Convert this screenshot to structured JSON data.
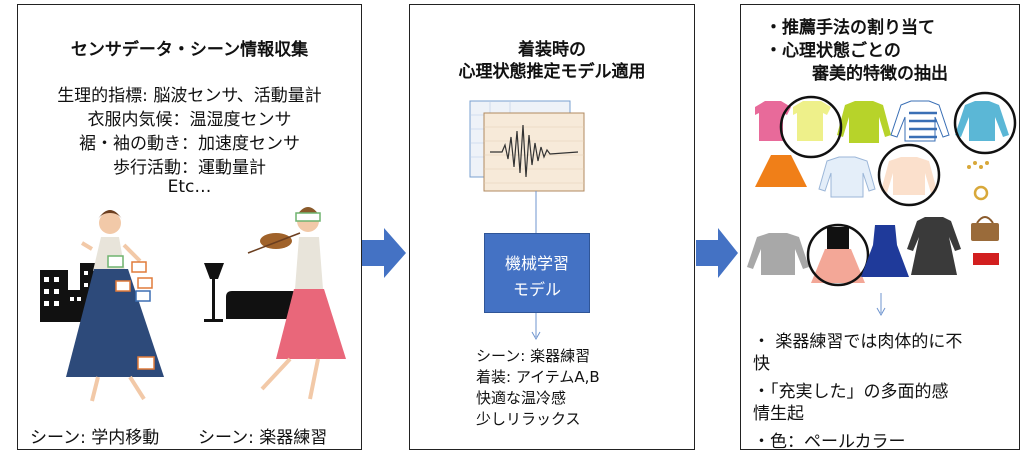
{
  "colors": {
    "accent_blue": "#4472c4",
    "border": "#222222"
  },
  "panel1": {
    "title": "センサデータ・シーン情報収集",
    "lines": [
      "生理的指標: 脳波センサ、活動量計",
      "衣服内気候：温湿度センサ",
      "裾・袖の動き：加速度センサ",
      "歩行活動：運動量計",
      "Etc…"
    ],
    "scene_left": "シーン: 学内移動",
    "scene_right": "シーン: 楽器練習"
  },
  "panel2": {
    "title_line1": "着装時の",
    "title_line2": "心理状態推定モデル適用",
    "model_line1": "機械学習",
    "model_line2": "モデル",
    "results": [
      "シーン: 楽器練習",
      "着装: アイテムA,B",
      "快適な温冷感",
      "少しリラックス"
    ]
  },
  "panel3": {
    "header_line1": "・推薦手法の割り当て",
    "header_line2": "・心理状態ごとの",
    "header_line3": "審美的特徴の抽出",
    "results": [
      "・ 楽器練習では肉体的に不",
      "快",
      "・「充実した」の多面的感",
      "情生起",
      "・色：ペールカラー"
    ]
  }
}
